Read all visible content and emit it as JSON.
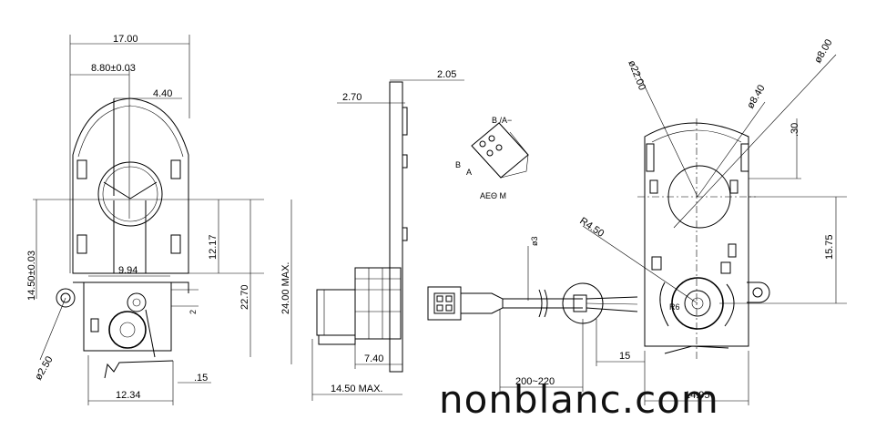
{
  "front_view": {
    "width": "17.00",
    "center_offset": "8.80±0.03",
    "shaft_offset": "4.40",
    "hole_height": "14.50±0.03",
    "mid_height": "12.17",
    "bottom_width": "9.94",
    "body_height": "22.70",
    "max_height": "24.00 MAX.",
    "hole_diameter": "ø2.50",
    "gap": ".15",
    "base_width": "12.34",
    "small_dim": "2"
  },
  "side_view": {
    "plate_thickness": "2.05",
    "flange_height": "2.70",
    "gear_depth": "7.40",
    "max_depth": "14.50 MAX."
  },
  "connector_detail": {
    "pins_top": "B /A−",
    "pin_b": "B",
    "pin_a": "A",
    "caption": "ΑΕΘ Μ"
  },
  "cable": {
    "diameter": "ø3",
    "length": "200~220",
    "strip_length": "15"
  },
  "rear_view": {
    "outer_diameter": "ø22.00",
    "mid_diameter": "ø8.40",
    "inner_diameter": "ø8.00",
    "top_offset": ".30",
    "radius": "R4.50",
    "center_height": "15.75",
    "bottom_width": "14.95",
    "gear_label": "R6"
  },
  "watermark": "nonblanc.com"
}
